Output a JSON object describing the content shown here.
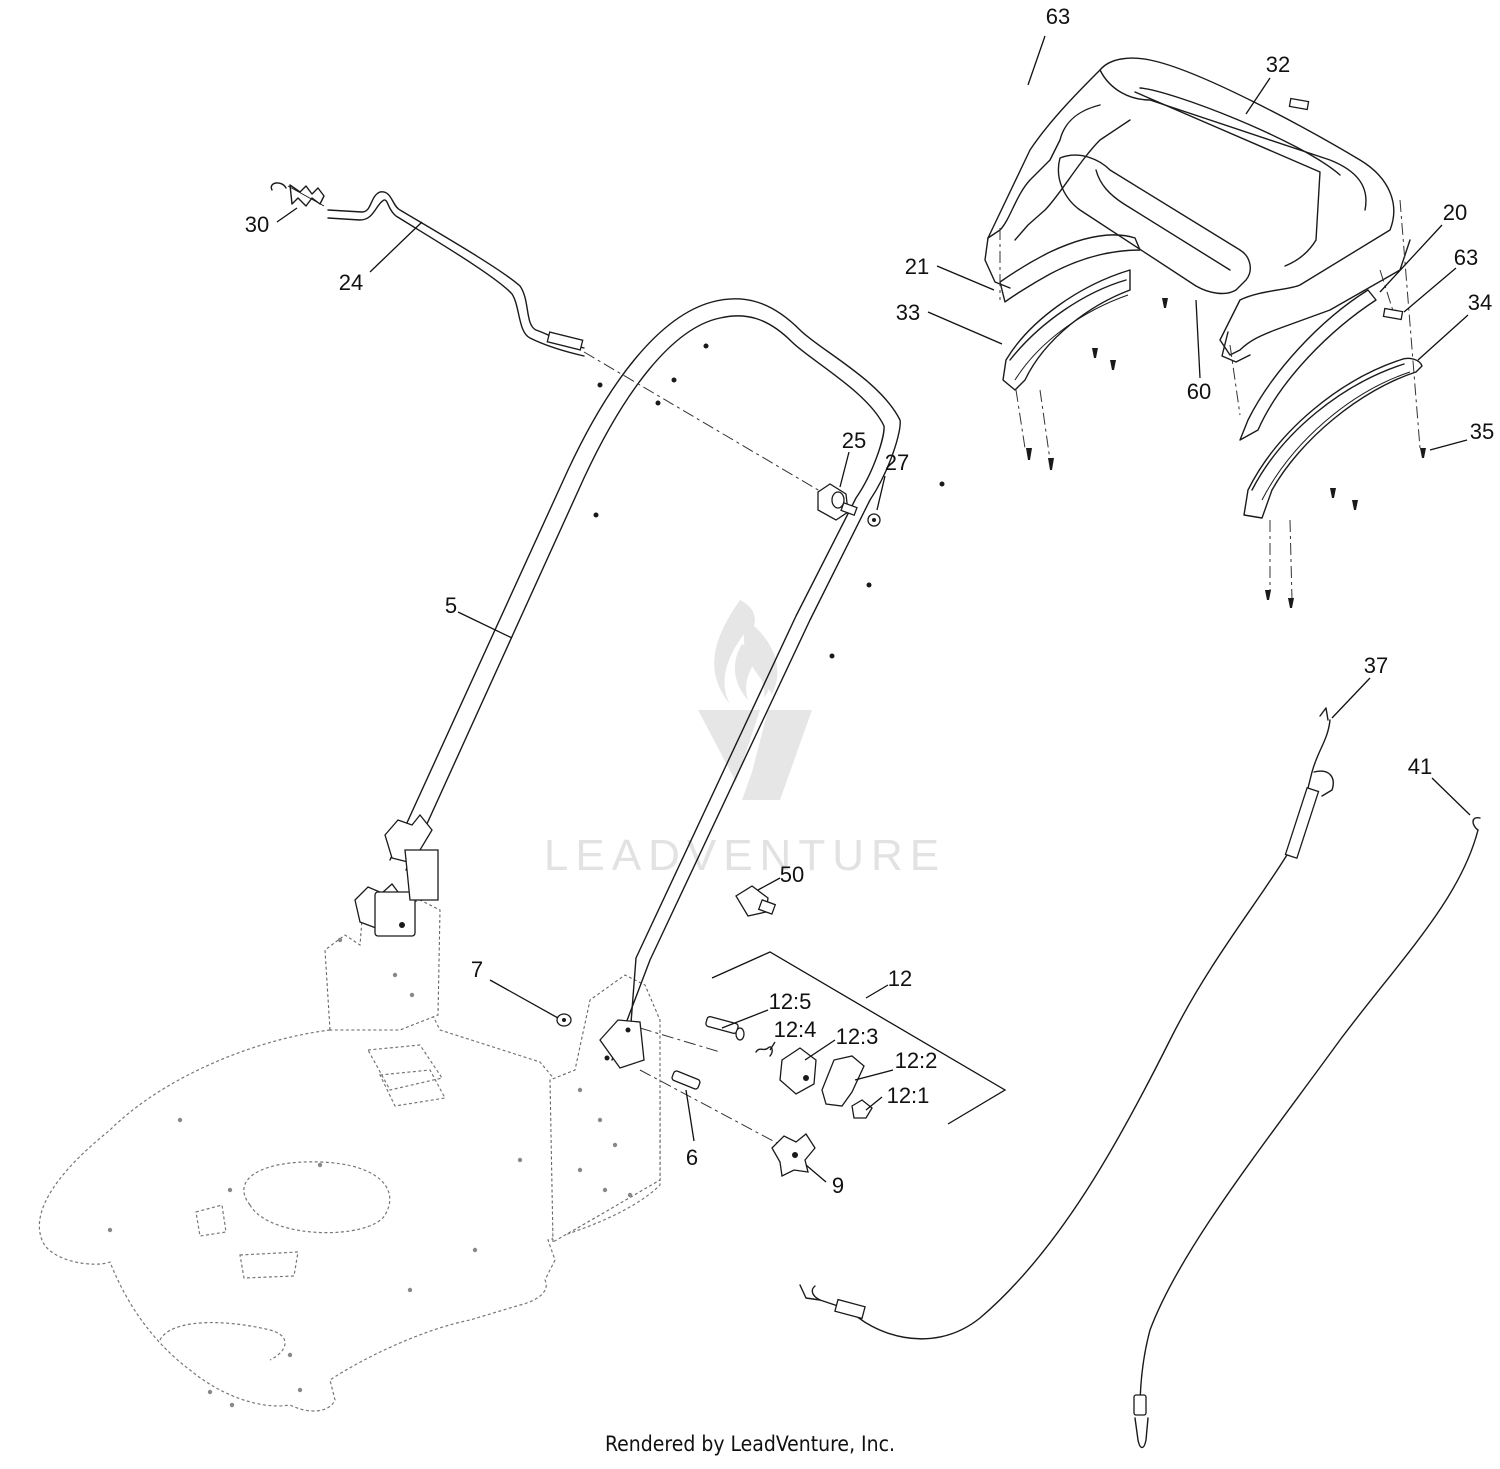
{
  "watermark": {
    "text": "LEADVENTURE"
  },
  "footer": {
    "credit": "Rendered by LeadVenture, Inc."
  },
  "callouts": {
    "c63_top": "63",
    "c32": "32",
    "c30": "30",
    "c24": "24",
    "c21": "21",
    "c20": "20",
    "c63_right": "63",
    "c33": "33",
    "c34": "34",
    "c60": "60",
    "c35": "35",
    "c25": "25",
    "c27": "27",
    "c5": "5",
    "c37": "37",
    "c41": "41",
    "c50": "50",
    "c7": "7",
    "c12": "12",
    "c12_5": "12:5",
    "c12_4": "12:4",
    "c12_3": "12:3",
    "c12_2": "12:2",
    "c12_1": "12:1",
    "c6": "6",
    "c9": "9"
  },
  "colors": {
    "line": "#1a1a1a",
    "deck_outline": "#777777",
    "watermark": "#e2e2e2"
  }
}
